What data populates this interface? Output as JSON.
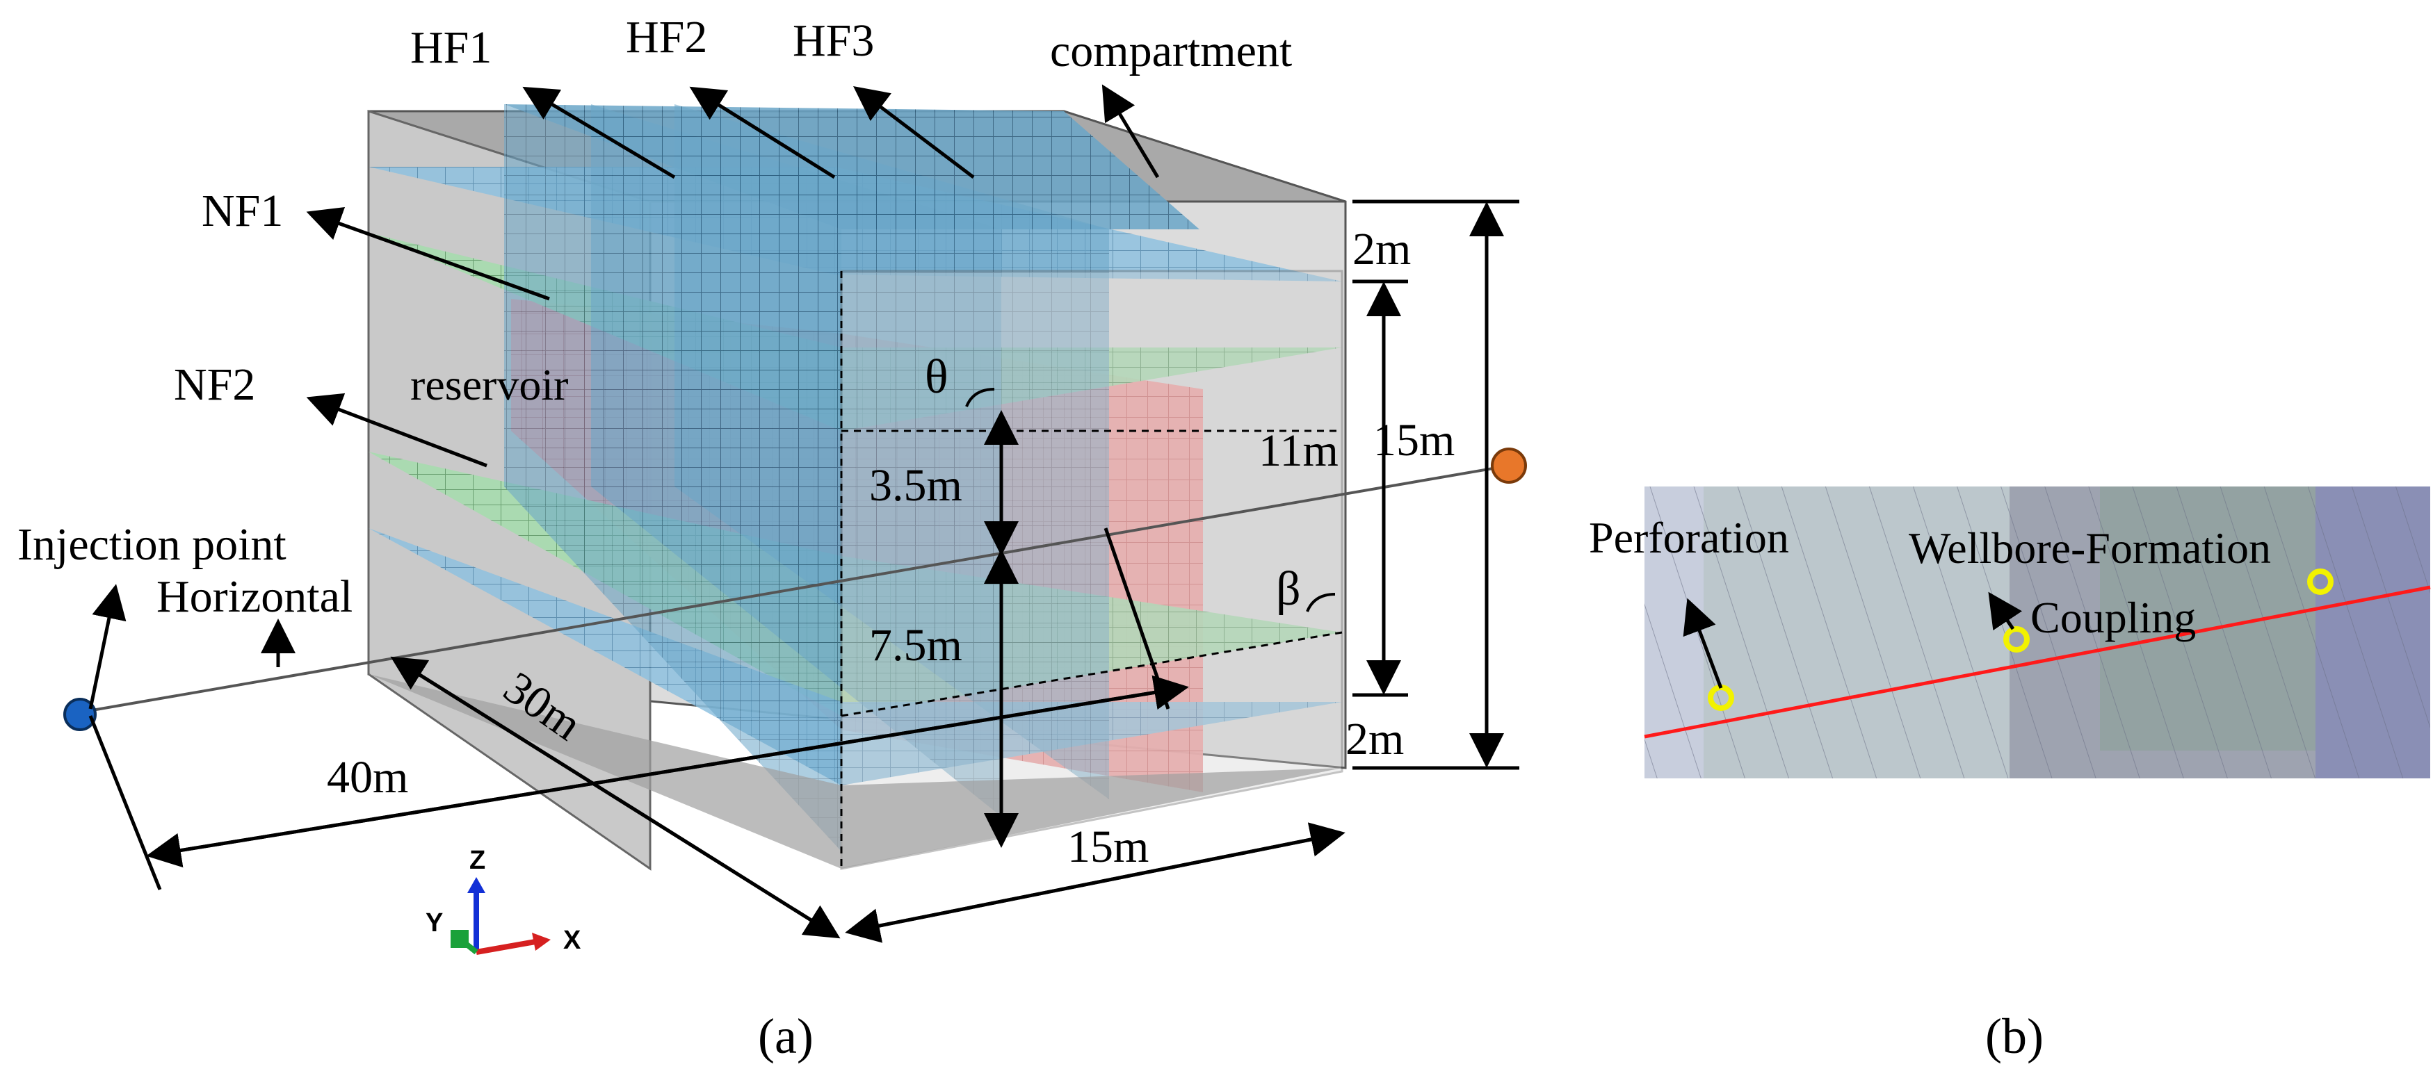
{
  "panel_a": {
    "labels": {
      "hf1": "HF1",
      "hf2": "HF2",
      "hf3": "HF3",
      "compartment": "compartment",
      "nf1": "NF1",
      "nf2": "NF2",
      "reservoir": "reservoir",
      "theta": "θ",
      "beta": "β",
      "injection_point": "Injection point",
      "horizontal": "Horizontal"
    },
    "dimensions": {
      "top_layer": "2m",
      "middle": "11m",
      "total_height": "15m",
      "bottom_layer": "2m",
      "upper_gap": "3.5m",
      "lower_gap": "7.5m",
      "length": "40m",
      "depth": "30m",
      "width": "15m"
    },
    "axes": {
      "z": "Z",
      "y": "Y",
      "x": "X"
    },
    "caption": "(a)"
  },
  "panel_b": {
    "labels": {
      "perforation": "Perforation",
      "wellbore_formation": "Wellbore-Formation",
      "coupling": "Coupling"
    },
    "caption": "(b)"
  },
  "colors": {
    "hydraulic_fracture": "#5f9fc4",
    "natural_fracture": "#9fd9a6",
    "reservoir": "#f08e8e",
    "compartment": "#9c9c9c",
    "wellbore_red": "#ff1a1a",
    "perforation_marker": "#f2f200",
    "injection_point": "#1a63c2",
    "far_end_point": "#e8772a"
  }
}
